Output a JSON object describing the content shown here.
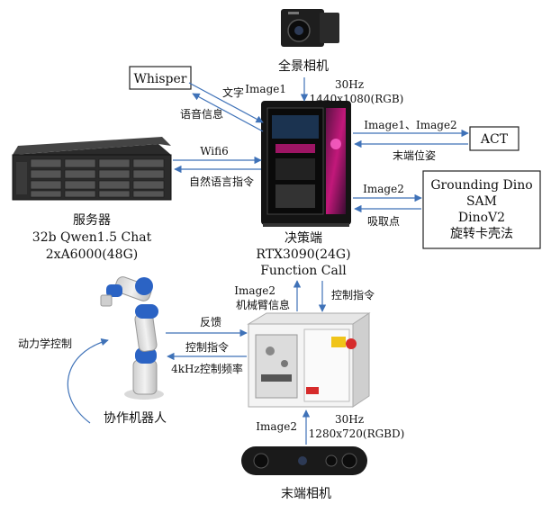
{
  "nodes": {
    "panorama_camera": "全景相机",
    "decision_pc": [
      "决策端",
      "RTX3090(24G)",
      "Function Call"
    ],
    "server": [
      "服务器",
      "32b Qwen1.5 Chat",
      "2xA6000(48G)"
    ],
    "whisper": "Whisper",
    "act": "ACT",
    "vision_models": [
      "Grounding Dino",
      "SAM",
      "DinoV2",
      "旋转卡壳法"
    ],
    "cobot": "协作机器人",
    "end_camera": "末端相机"
  },
  "edge_labels": {
    "whisper_to_pc": "文字",
    "pc_to_whisper": "语音信息",
    "camera_image": "Image1",
    "camera_spec": [
      "30Hz",
      "1440x1080(RGB)"
    ],
    "pc_to_act": "Image1、Image2",
    "act_to_pc": "末端位姿",
    "server_link": "Wifi6",
    "server_to_pc": "自然语言指令",
    "pc_to_vision": "Image2",
    "vision_to_pc": "吸取点",
    "controller_to_pc": [
      "Image2",
      "机械臂信息"
    ],
    "pc_to_controller": "控制指令",
    "robot_to_controller": "反馈",
    "controller_to_robot": "控制指令",
    "control_freq": "4kHz控制频率",
    "dynamics": "动力学控制",
    "end_camera_image": "Image2",
    "end_camera_spec": [
      "30Hz",
      "1280x720(RGBD)"
    ]
  },
  "colors": {
    "arrow": "#3f72b8",
    "box_border": "#222222",
    "pc_accent": "#c2187a",
    "server_body": "#2b2b2b"
  }
}
